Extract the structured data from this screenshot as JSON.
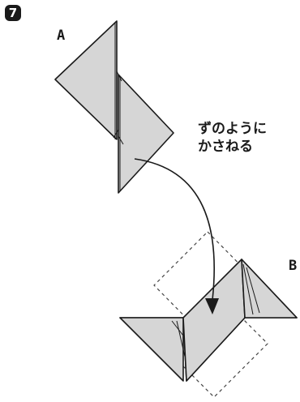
{
  "step": {
    "number": "7"
  },
  "labels": {
    "a": "A",
    "b": "B"
  },
  "instruction": {
    "line1": "ずのように",
    "line2": "かさねる"
  },
  "colors": {
    "paper": "#d6d6d6",
    "ink": "#1a1a1a",
    "dashed": "#444444"
  },
  "icons": {
    "arrow": "curved-arrow-icon"
  }
}
